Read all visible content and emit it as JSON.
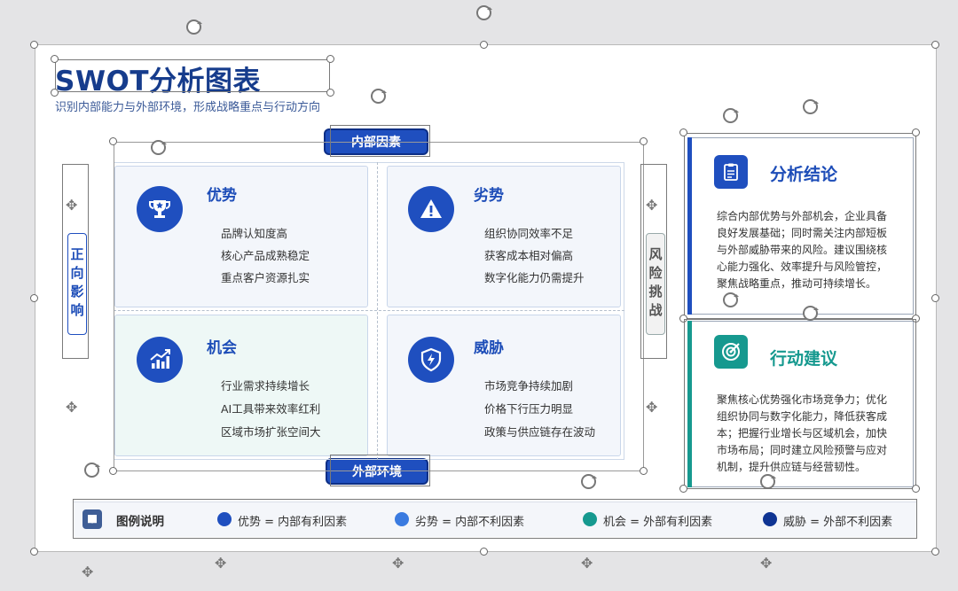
{
  "title": "SWOT分析图表",
  "subtitle": "识别内部能力与外部环境，形成战略重点与行动方向",
  "top_pill": "内部因素",
  "bottom_pill": "外部环境",
  "left_label": "正向影响",
  "right_label": "风险挑战",
  "quadrants": {
    "strengths": {
      "title": "优势",
      "items": [
        "品牌认知度高",
        "核心产品成熟稳定",
        "重点客户资源扎实"
      ]
    },
    "weaknesses": {
      "title": "劣势",
      "items": [
        "组织协同效率不足",
        "获客成本相对偏高",
        "数字化能力仍需提升"
      ]
    },
    "opportunities": {
      "title": "机会",
      "items": [
        "行业需求持续增长",
        "AI工具带来效率红利",
        "区域市场扩张空间大"
      ]
    },
    "threats": {
      "title": "威胁",
      "items": [
        "市场竞争持续加剧",
        "价格下行压力明显",
        "政策与供应链存在波动"
      ]
    }
  },
  "analysis": {
    "title": "分析结论",
    "body": "综合内部优势与外部机会，企业具备良好发展基础；同时需关注内部短板与外部威胁带来的风险。建议围绕核心能力强化、效率提升与风险管控，聚焦战略重点，推动可持续增长。"
  },
  "action": {
    "title": "行动建议",
    "body": "聚焦核心优势强化市场竞争力；优化组织协同与数字化能力，降低获客成本；把握行业增长与区域机会，加快市场布局；同时建立风险预警与应对机制，提升供应链与经营韧性。"
  },
  "legend": {
    "title": "图例说明",
    "items": [
      {
        "label": "优势 = 内部有利因素",
        "color": "#1f4fbf"
      },
      {
        "label": "劣势 = 内部不利因素",
        "color": "#3b7be0"
      },
      {
        "label": "机会 = 外部有利因素",
        "color": "#16998f"
      },
      {
        "label": "威胁 = 外部不利因素",
        "color": "#0f3493"
      }
    ]
  },
  "colors": {
    "primary": "#1f4fbf",
    "teal": "#16998f",
    "navy": "#163c8c"
  }
}
